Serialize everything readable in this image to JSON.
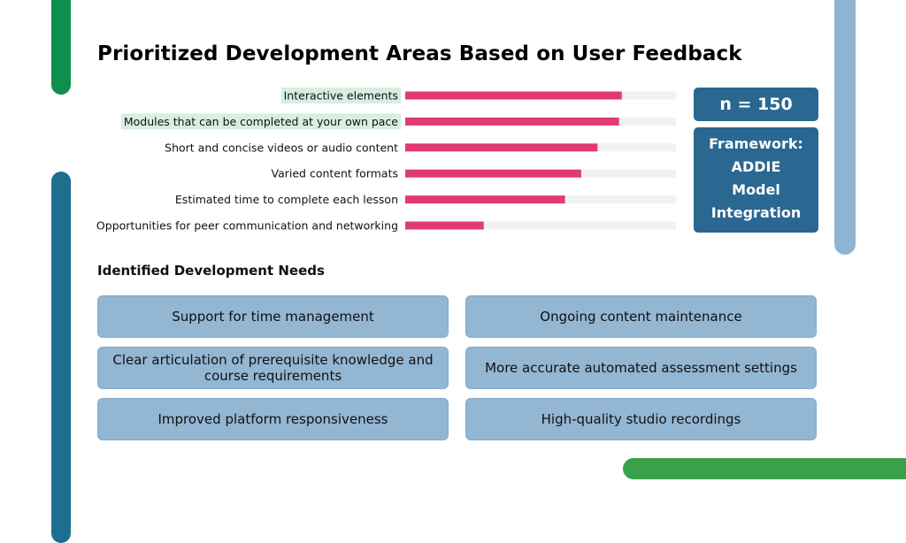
{
  "title": "Prioritized Development Areas Based on User Feedback",
  "colors": {
    "bar": "#e23a72",
    "track": "#f1f1f1",
    "highlight": "#d7eee0",
    "info_box": "#2a6791",
    "need_box": "#93b6d3"
  },
  "chart_data": {
    "type": "bar",
    "orientation": "horizontal",
    "categories": [
      "Interactive elements",
      "Modules that can be completed at your own pace",
      "Short and concise videos or audio content",
      "Varied content formats",
      "Estimated time to complete each lesson",
      "Opportunities for peer communication and networking"
    ],
    "values": [
      80,
      79,
      71,
      65,
      59,
      29
    ],
    "highlighted": [
      true,
      true,
      false,
      false,
      false,
      false
    ],
    "xlim": [
      0,
      100
    ],
    "grid": false,
    "title": "",
    "xlabel": "",
    "ylabel": ""
  },
  "sample_size": "n = 150",
  "framework": [
    "Framework:",
    "ADDIE",
    "Model",
    "Integration"
  ],
  "needs_heading": "Identified Development Needs",
  "needs": [
    "Support for time management",
    "Ongoing content maintenance",
    "Clear articulation of prerequisite knowledge and course requirements",
    "More accurate automated assessment settings",
    "Improved platform responsiveness",
    "High-quality studio recordings"
  ]
}
